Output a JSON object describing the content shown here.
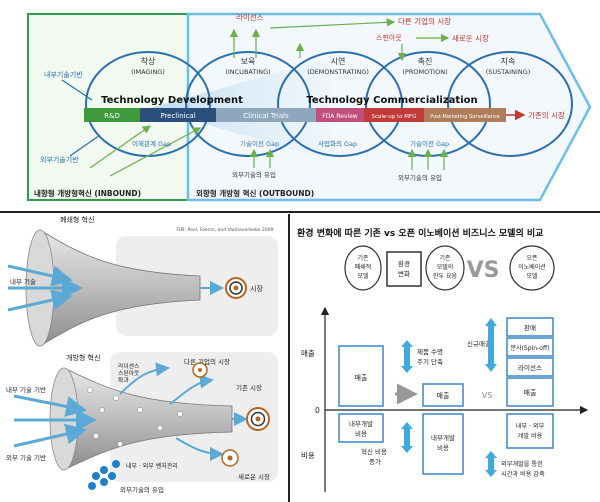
{
  "top": {
    "inner_tech_base": "내부기술기반",
    "outer_tech_base": "외부기술기반",
    "license": "라이선스",
    "spinout": "스핀아웃",
    "other_company_market": "다른 기업의 시장",
    "new_market": "새로운 시장",
    "existing_market": "기존의 시장",
    "stage_imaging": "착상",
    "stage_imaging_en": "(IMAGING)",
    "stage_incubating": "보육",
    "stage_incubating_en": "(INCUBATING)",
    "stage_demonstrating": "시연",
    "stage_demonstrating_en": "(DEMONSTRATING)",
    "stage_promotion": "촉진",
    "stage_promotion_en": "(PROMOTION)",
    "stage_sustaining": "지속",
    "stage_sustaining_en": "(SUSTAINING)",
    "tech_development": "Technology Development",
    "tech_commercialization": "Technology Commercialization",
    "bar_rd": "R&D",
    "bar_preclinical": "Preclinical",
    "bar_clinical": "Clinical Trials",
    "bar_fda": "FDA Review",
    "bar_scaleup": "Scale-up to MFG",
    "bar_postmarketing": "Post-Marketing Surveillance",
    "gap1": "이해관계 Gap",
    "gap2": "기술이전 Gap",
    "gap3": "사업화의 Gap",
    "gap4": "기술이전 Gap",
    "outer_inflow1": "외부기술의 유입",
    "outer_inflow2": "외부기술의 유입",
    "inbound_label": "내향형 개방형혁신 (INBOUND)",
    "outbound_label": "외향형 개방형 혁신 (OUTBOUND)"
  },
  "bottom_left": {
    "closed_title": "폐쇄형 혁신",
    "source": "자료: Pool, Faems, and Vanhaverbeke 2009",
    "internal_tech": "내부 기술",
    "market": "시장",
    "open_title": "개방형 혁신",
    "license_spinout_line1": "라이센스",
    "license_spinout_line2": "스핀아웃",
    "license_spinout_line3": "확과",
    "other_market": "다른 기업의 시장",
    "existing_market": "기존 시장",
    "internal_base": "내부 기술 기반",
    "external_base": "외부 기술 기반",
    "joint_mgmt": "내부 · 외부 벤처관리",
    "new_market": "새로운 시장",
    "external_inflow": "외부기술의 유입"
  },
  "bottom_right": {
    "title": "환경 변화에 따른 기존 vs 오픈 이노베이션 비즈니스 모델의 비교",
    "legacy_line1": "기존",
    "legacy_line2": "폐쇄적",
    "legacy_line3": "모델",
    "env_line1": "환경",
    "env_line2": "변화",
    "limit_line1": "기존",
    "limit_line2": "모델의",
    "limit_line3": "한두 요음",
    "vs_big": "VS",
    "open_line1": "오픈",
    "open_line2": "이노베이션",
    "open_line3": "모델",
    "axis_revenue": "매출",
    "axis_zero": "0",
    "axis_cost": "비용",
    "legacy_revenue": "매출",
    "legacy_rd_line1": "내부개발",
    "legacy_rd_line2": "비용",
    "lifecycle_line1": "제품 수명",
    "lifecycle_line2": "주기 단축",
    "cost_up_line1": "혁신 비용",
    "cost_up_line2": "증가",
    "mid_revenue": "매출",
    "mid_rd_line1": "내부개발",
    "mid_rd_line2": "비용",
    "vs_small": "VS",
    "new_revenue": "신규매출",
    "sales": "판매",
    "spinoff": "분사(Spin-off)",
    "license": "라이선스",
    "open_revenue": "매출",
    "open_rd_line1": "내부 · 외부",
    "open_rd_line2": "개발 비용",
    "saving_line1": "외부개발을 통한",
    "saving_line2": "시간과 비용 감축"
  },
  "colors": {
    "green": "#2e9e4a",
    "blue": "#2a6fb0",
    "cyan": "#6bbfe8",
    "red": "#c0392b",
    "bar_green": "#3d9a3d",
    "bar_navy": "#2b4f7a",
    "bar_gray": "#8fa7bd",
    "bar_pink": "#c0507a",
    "bar_red": "#c23a3a",
    "bar_tan": "#b07d5a"
  }
}
